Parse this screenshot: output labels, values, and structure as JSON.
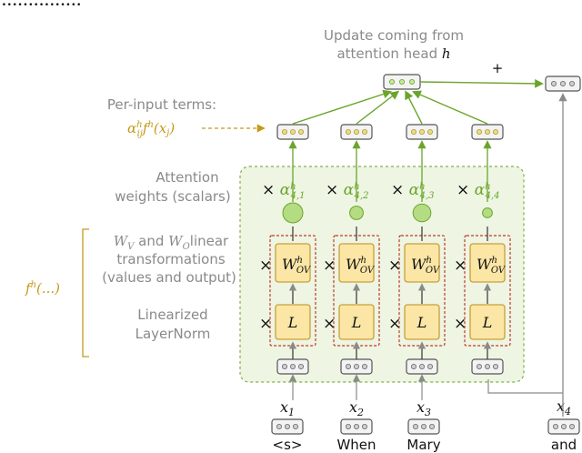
{
  "header_fragment": "...............",
  "update_label": {
    "line1": "Update coming from",
    "line2": "attention head",
    "head_symbol": "h"
  },
  "plus": "+",
  "per_input_terms": {
    "label": "Per-input terms:",
    "alpha": "α",
    "sup": "h",
    "sub": "ij",
    "f": "f",
    "f_sup": "h",
    "arg": "(x",
    "arg_sub": "j",
    "close": ")"
  },
  "attention_weights": {
    "line1": "Attention",
    "line2": "weights (scalars)",
    "alpha": "α",
    "sup": "h",
    "subs": [
      "4,1",
      "4,2",
      "4,3",
      "4,4"
    ],
    "relative_sizes": [
      1.0,
      0.55,
      0.85,
      0.3
    ]
  },
  "wv_wo": {
    "line1_a": "W",
    "line1_a_sub": "V",
    "line1_mid": " and ",
    "line1_b": "W",
    "line1_b_sub": "O",
    "line1_end": "linear",
    "line2": "transformations",
    "line3": "(values and output)"
  },
  "layernorm": {
    "line1": "Linearized",
    "line2": "LayerNorm"
  },
  "f_bracket": {
    "f": "f",
    "sup": "h",
    "args": "(...)"
  },
  "box_labels": {
    "wov": "W",
    "wov_sup": "h",
    "wov_sub": "OV",
    "l": "L",
    "times": "×"
  },
  "inputs": [
    {
      "var": "x",
      "sub": "1",
      "token": "<s>"
    },
    {
      "var": "x",
      "sub": "2",
      "token": "When"
    },
    {
      "var": "x",
      "sub": "3",
      "token": "Mary"
    },
    {
      "var": "x",
      "sub": "4",
      "token": "and"
    }
  ],
  "colors": {
    "green_arrow": "#6aa52b",
    "green_fill": "#eef5e2",
    "green_dashed": "#7fb04a",
    "box_fill": "#fbe6a6",
    "box_stroke": "#c9a03a",
    "red_dashed": "#c0392b",
    "gold_text": "#c49a1a",
    "gray_text": "#8a8a8a",
    "circle_fill": "#b4dc82"
  }
}
